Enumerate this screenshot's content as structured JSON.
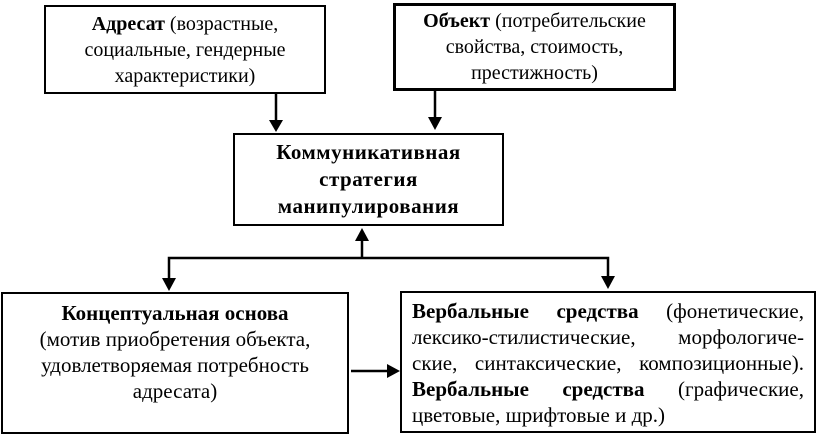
{
  "diagram": {
    "title": "Коммуникативная стратегия манипулирования — схема",
    "colors": {
      "background": "#ffffff",
      "line": "#000000",
      "text": "#000000"
    },
    "boxes": {
      "addressee": {
        "line1_bold": "Адресат",
        "line1_rest": " (возрастные,",
        "line2": "социальные, гендерные",
        "line3": "характеристики)"
      },
      "object": {
        "line1_bold": "Объект",
        "line1_rest": " (потребительские",
        "line2": "свойства, стоимость,",
        "line3": "престижность)"
      },
      "strategy": {
        "line1": "Коммуникативная",
        "line2": "стратегия",
        "line3": "манипулирования"
      },
      "conceptual": {
        "line1_bold": "Концептуальная основа",
        "line2": "(мотив приобретения объекта,",
        "line3": "удовлетворяемая потребность",
        "line4": "адресата)"
      },
      "verbal": {
        "line1_bold": "Вербальные средства",
        "line1_rest": " (фонетические,",
        "line2": "лексико-стилистические, морфологиче-",
        "line3": "ские, синтаксические, композиционные).",
        "line4_bold": "Вербальные средства",
        "line4_rest": " (графические,",
        "line5": "цветовые, шрифтовые и др.)"
      }
    },
    "arrows": [
      {
        "from": "addressee",
        "to": "strategy",
        "direction": "down"
      },
      {
        "from": "object",
        "to": "strategy",
        "direction": "down"
      },
      {
        "from": "connector",
        "to": "strategy",
        "direction": "up"
      },
      {
        "from": "strategy-connector",
        "to": "conceptual",
        "direction": "down"
      },
      {
        "from": "strategy-connector",
        "to": "verbal",
        "direction": "down"
      },
      {
        "from": "conceptual",
        "to": "verbal",
        "direction": "right"
      }
    ]
  }
}
